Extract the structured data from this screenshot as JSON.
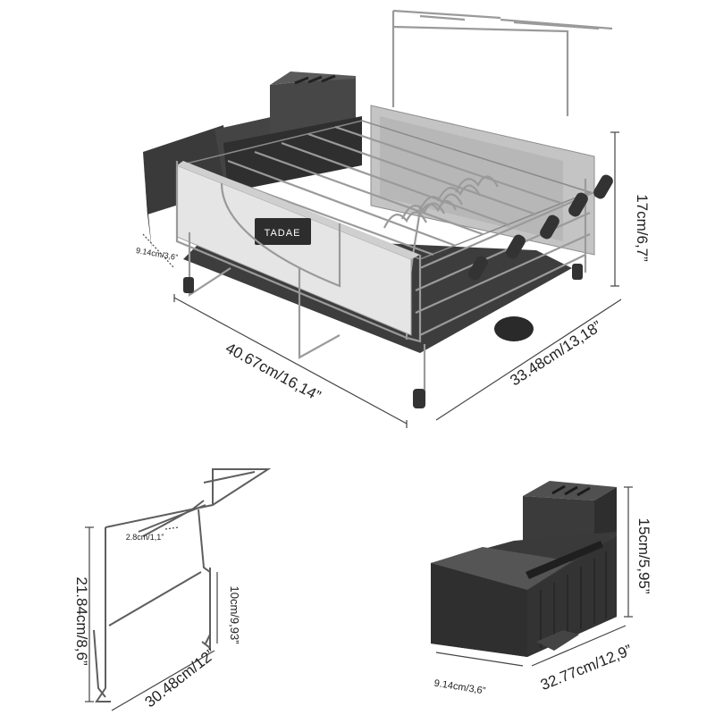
{
  "brand": {
    "logo_text": "TADAE"
  },
  "rack": {
    "width_label": "40.67cm/16,14”",
    "depth_label": "33.48cm/13,18”",
    "height_label": "17cm/6,7”",
    "holder_width_label": "9.14cm/3,6”"
  },
  "side_rack": {
    "height_label": "21.84cm/8,6”",
    "width_label": "30.48cm/12”",
    "side_height_label": "10cm/9,93”",
    "hook_label": "2.8cm/1,1”"
  },
  "utensil_holder": {
    "height_label": "15cm/5,95”",
    "length_label": "32.77cm/12,9”",
    "width_label": "9.14cm/3,6”"
  },
  "colors": {
    "background": "#ffffff",
    "plastic": "#3a3a3a",
    "steel": "#b8b8b8",
    "panel": "#dedede",
    "text": "#222222"
  }
}
